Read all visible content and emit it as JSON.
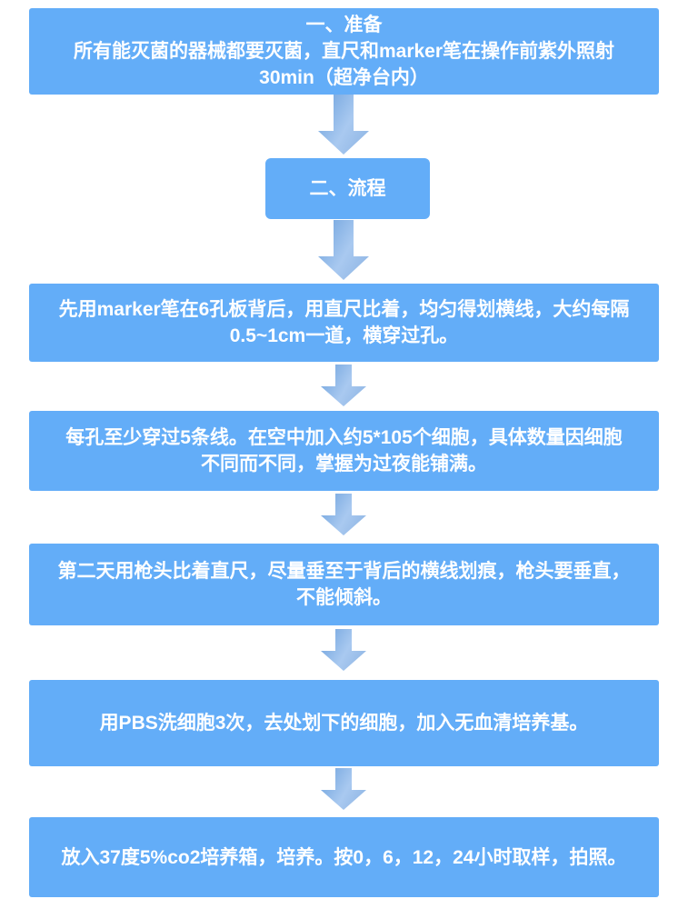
{
  "colors": {
    "background": "#FFFFFF",
    "box_fill": "#63ADF8",
    "box_text": "#FFFFFF",
    "arrow_dark": "#6BA0DC",
    "arrow_light": "#A9C9F0",
    "arrow_mid": "#8AB2E2"
  },
  "flowchart": {
    "connector_icon": "down-arrow",
    "steps": [
      {
        "label": "step-1-preparation",
        "text": "一、准备\n所有能灭菌的器械都要灭菌，直尺和marker笔在操作前紫外照射\n30min（超净台内）"
      },
      {
        "label": "step-2-process-header",
        "text": "二、流程"
      },
      {
        "label": "step-3-draw-lines",
        "text": "先用marker笔在6孔板背后，用直尺比着，均匀得划横线，大约每隔\n0.5~1cm一道，横穿过孔。"
      },
      {
        "label": "step-4-seed-cells",
        "text": "每孔至少穿过5条线。在空中加入约5*105个细胞，具体数量因细胞\n不同而不同，掌握为过夜能铺满。"
      },
      {
        "label": "step-5-scratch",
        "text": "第二天用枪头比着直尺，尽量垂至于背后的横线划痕，枪头要垂直，\n不能倾斜。"
      },
      {
        "label": "step-6-wash-pbs",
        "text": "用PBS洗细胞3次，去处划下的细胞，加入无血清培养基。"
      },
      {
        "label": "step-7-incubate-photo",
        "text": "放入37度5%co2培养箱，培养。按0，6，12，24小时取样，拍照。"
      }
    ]
  }
}
